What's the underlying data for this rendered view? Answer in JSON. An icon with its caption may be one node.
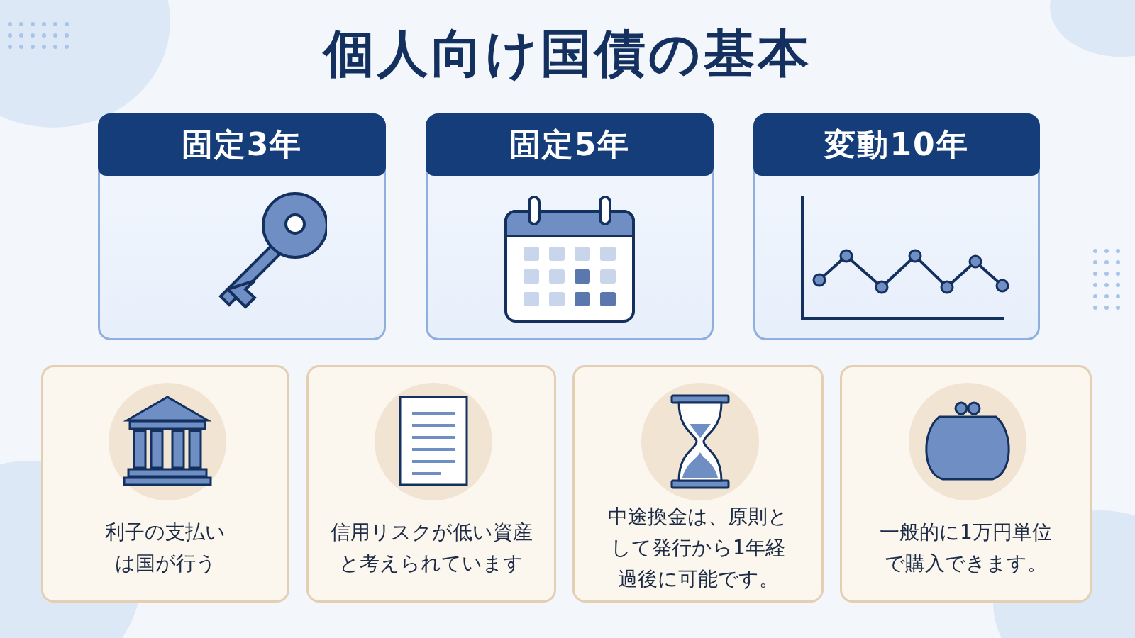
{
  "diagram": {
    "title": "個人向け国債の基本",
    "nodes": [
      {
        "text": [
          "固定3年"
        ]
      },
      {
        "text": [
          "固定5年"
        ]
      },
      {
        "text": [
          "変動10年"
        ]
      },
      {
        "text": [
          "利子の支払いは国が行う"
        ]
      },
      {
        "text": [
          "信用リスクが低い資産と考えられています"
        ]
      },
      {
        "text": [
          "中途換金は、原則として発行から1年経過後に可能です。"
        ]
      },
      {
        "text": [
          "一般的に1万円単位で購入できます。"
        ]
      }
    ]
  }
}
